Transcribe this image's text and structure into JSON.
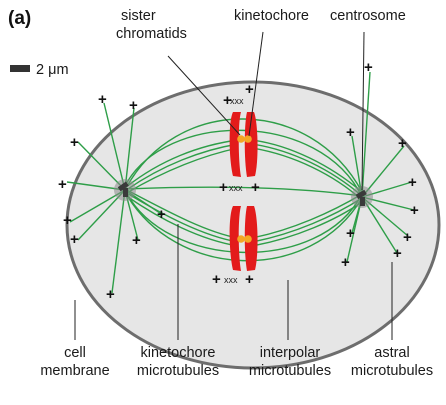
{
  "panel_label": "(a)",
  "scale_bar": {
    "text": "2 μm"
  },
  "labels": {
    "sister_chromatids": [
      "sister",
      "chromatids"
    ],
    "kinetochore": "kinetochore",
    "centrosome": "centrosome",
    "cell_membrane": [
      "cell",
      "membrane"
    ],
    "kinetochore_microtubules": [
      "kinetochore",
      "microtubules"
    ],
    "interpolar_microtubules": [
      "interpolar",
      "microtubules"
    ],
    "astral_microtubules": [
      "astral",
      "microtubules"
    ]
  },
  "symbols": {
    "plus": "+",
    "x_marks": "xxx"
  },
  "colors": {
    "cell_fill": "#e6e6e6",
    "cell_border": "#6d6d6d",
    "microtubule": "#2e9e48",
    "chromatid": "#e31b1b",
    "kinetochore_dot": "#f5a623",
    "centrosome": "#8a8a8a",
    "leader_line": "#222222"
  }
}
